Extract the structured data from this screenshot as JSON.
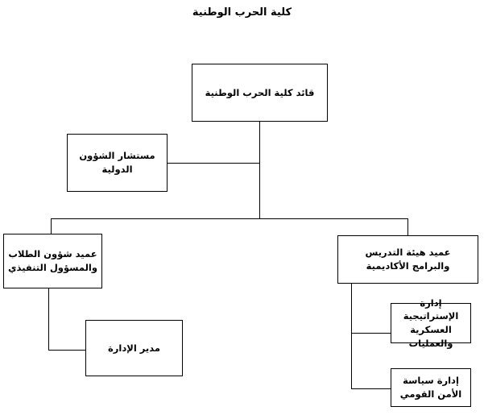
{
  "title": "كلية الحرب الوطنية",
  "nodes": {
    "commander": {
      "lines": [
        "قائد كلية الحرب الوطنية"
      ]
    },
    "advisor": {
      "lines": [
        "مستشار الشؤون",
        "الدولية"
      ]
    },
    "left_dean": {
      "lines": [
        "عميد شؤون الطلاب",
        "والمسؤول التنفيذي"
      ]
    },
    "manager": {
      "lines": [
        "مدير الإدارة"
      ]
    },
    "right_dean": {
      "lines": [
        "عميد هيئة التدريس",
        "والبرامج الأكاديمية"
      ]
    },
    "strategy": {
      "lines": [
        "إدارة الإستراتيجية",
        "العسكرية والعمليات"
      ]
    },
    "policy": {
      "lines": [
        "إدارة سياسة",
        "الأمن القومي"
      ]
    }
  },
  "colors": {
    "background": "#ffffff",
    "line": "#000000",
    "text": "#000000"
  }
}
